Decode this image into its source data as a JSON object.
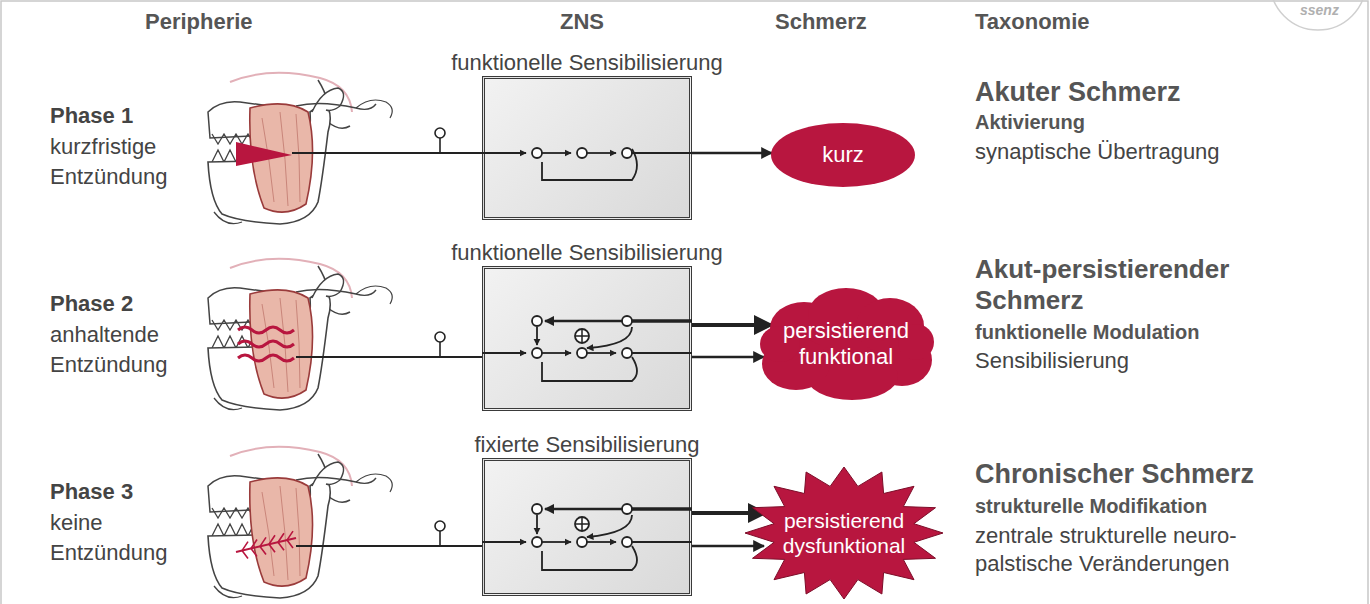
{
  "diagram": {
    "nodes": [
      {
        "text": [
          "funktionelle Sensibilisierung"
        ]
      },
      {
        "text": [
          "kurz"
        ]
      },
      {
        "text": [
          "funktionelle Sensibilisierung"
        ]
      },
      {
        "text": [
          "persistierend funktional"
        ]
      },
      {
        "text": [
          "fixierte Sensibilisierung"
        ]
      },
      {
        "text": [
          "persistierend dysfunktional"
        ]
      }
    ],
    "edges": [
      {
        "from": 0,
        "to": 1,
        "arrow": "to"
      },
      {
        "from": 2,
        "to": 3,
        "arrow": "to"
      },
      {
        "from": 2,
        "to": 3,
        "arrow": "to"
      },
      {
        "from": 4,
        "to": 5,
        "arrow": "to"
      },
      {
        "from": 4,
        "to": 5,
        "arrow": "to"
      }
    ],
    "labels": [
      "Peripherie",
      "ZNS",
      "Schmerz",
      "Taxonomie",
      "Phase 1",
      "kurzfristige Entzündung",
      "Akuter Schmerz",
      "Aktivierung",
      "synaptische Übertragung",
      "Phase 2",
      "anhaltende Entzündung",
      "Akut-persistierender Schmerz",
      "funktionelle Modulation",
      "Sensibilisierung",
      "Phase 3",
      "keine Entzündung",
      "Chronischer Schmerz",
      "strukturelle Modifikation",
      "zentrale strukturelle neuro- palstische Veränderungen",
      "ssenz"
    ]
  }
}
